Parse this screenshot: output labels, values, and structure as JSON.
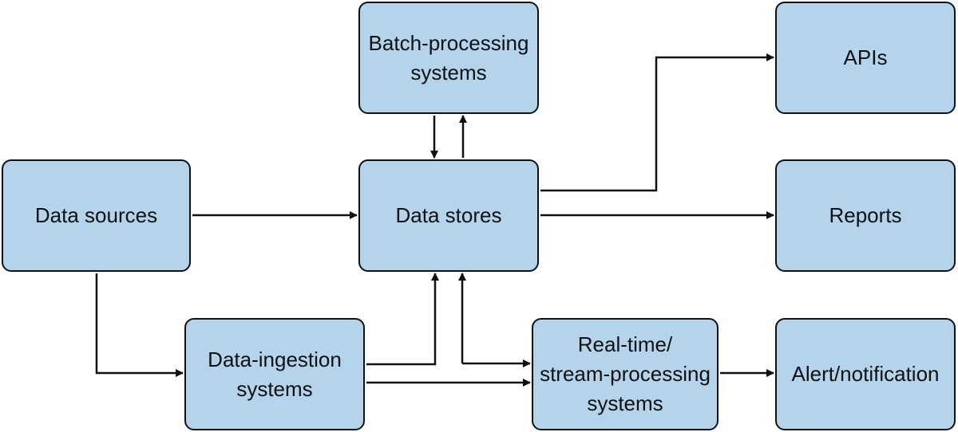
{
  "diagram": {
    "nodes": {
      "batch": "Batch-processing\nsystems",
      "stores": "Data stores",
      "sources": "Data sources",
      "ingest": "Data-ingestion\nsystems",
      "stream": "Real-time/\nstream-processing\nsystems",
      "apis": "APIs",
      "reports": "Reports",
      "alert": "Alert/notification"
    },
    "edges": [
      {
        "from": "batch",
        "to": "stores"
      },
      {
        "from": "stores",
        "to": "batch"
      },
      {
        "from": "sources",
        "to": "stores"
      },
      {
        "from": "sources",
        "to": "ingest"
      },
      {
        "from": "ingest",
        "to": "stores"
      },
      {
        "from": "ingest",
        "to": "stream"
      },
      {
        "from": "stores",
        "to": "stream"
      },
      {
        "from": "stream",
        "to": "stores"
      },
      {
        "from": "stores",
        "to": "apis"
      },
      {
        "from": "stores",
        "to": "reports"
      },
      {
        "from": "stream",
        "to": "alert"
      }
    ],
    "colors": {
      "node_fill": "#b3d4ea",
      "stroke": "#111111"
    }
  }
}
